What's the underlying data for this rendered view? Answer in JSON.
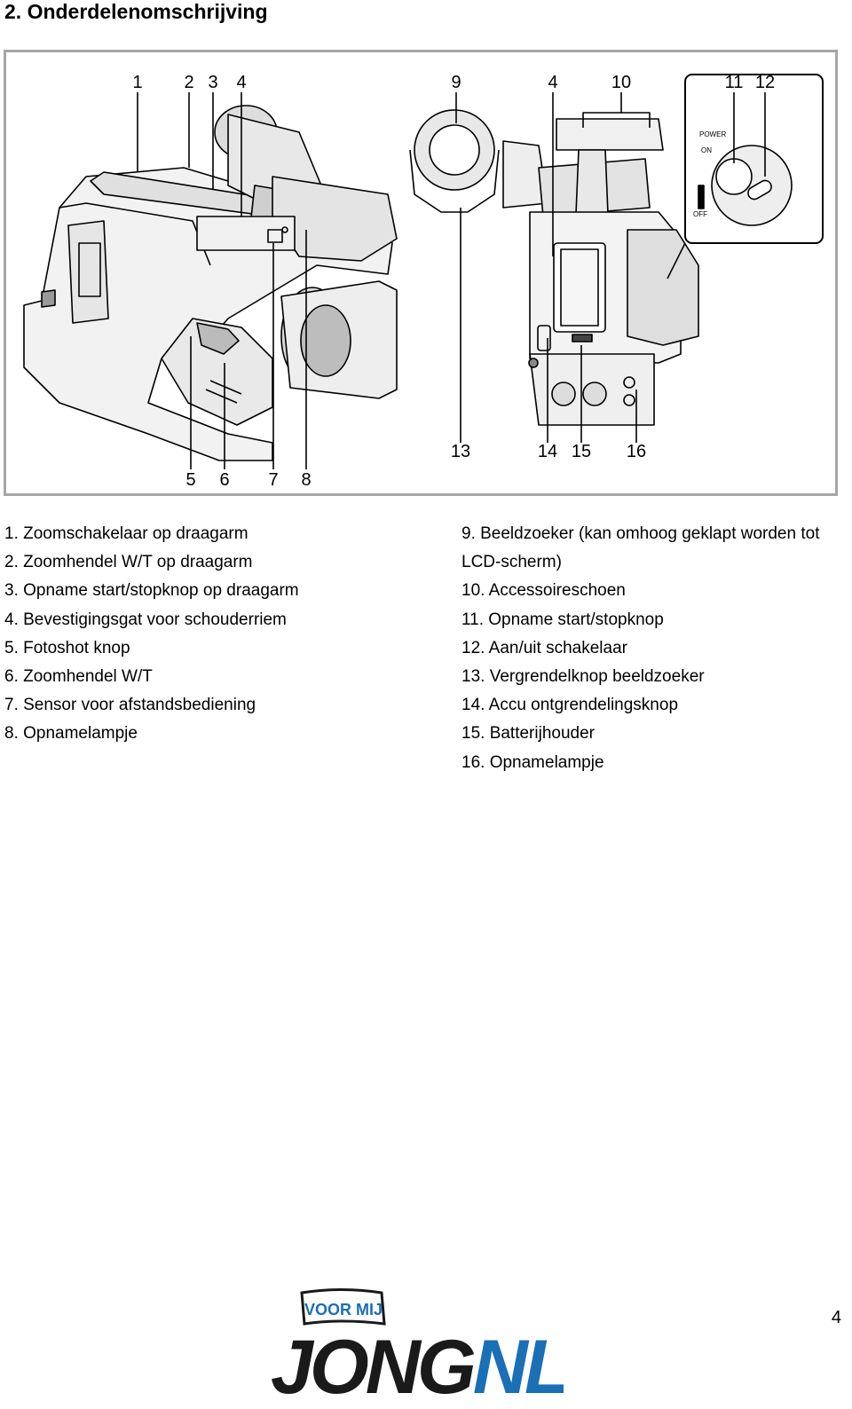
{
  "section_title": "2. Onderdelenomschrijving",
  "figure": {
    "callouts": [
      "1",
      "2",
      "3",
      "4",
      "5",
      "6",
      "7",
      "8",
      "9",
      "4",
      "10",
      "11",
      "12",
      "13",
      "14",
      "15",
      "16"
    ],
    "switch_labels": {
      "power": "POWER",
      "on": "ON",
      "off": "OFF"
    }
  },
  "legend_left": [
    "1. Zoomschakelaar op draagarm",
    "2. Zoomhendel W/T op draagarm",
    "3. Opname start/stopknop op draagarm",
    "4. Bevestigingsgat voor schouderriem",
    "5. Fotoshot knop",
    "6. Zoomhendel W/T",
    "7. Sensor voor afstandsbediening",
    "8. Opnamelampje"
  ],
  "legend_right": [
    "9. Beeldzoeker (kan omhoog geklapt worden tot LCD-scherm)",
    "10. Accessoireschoen",
    "11. Opname start/stopknop",
    "12. Aan/uit schakelaar",
    "13. Vergrendelknop beeldzoeker",
    "14. Accu ontgrendelingsknop",
    "15. Batterijhouder",
    "16. Opnamelampje"
  ],
  "logo": {
    "top_text": "VOOR MIJ",
    "main_text_black": "JONG",
    "main_text_blue": "NL",
    "blue": "#1a6fb5",
    "dark": "#1a1a1a"
  },
  "page_number": "4"
}
